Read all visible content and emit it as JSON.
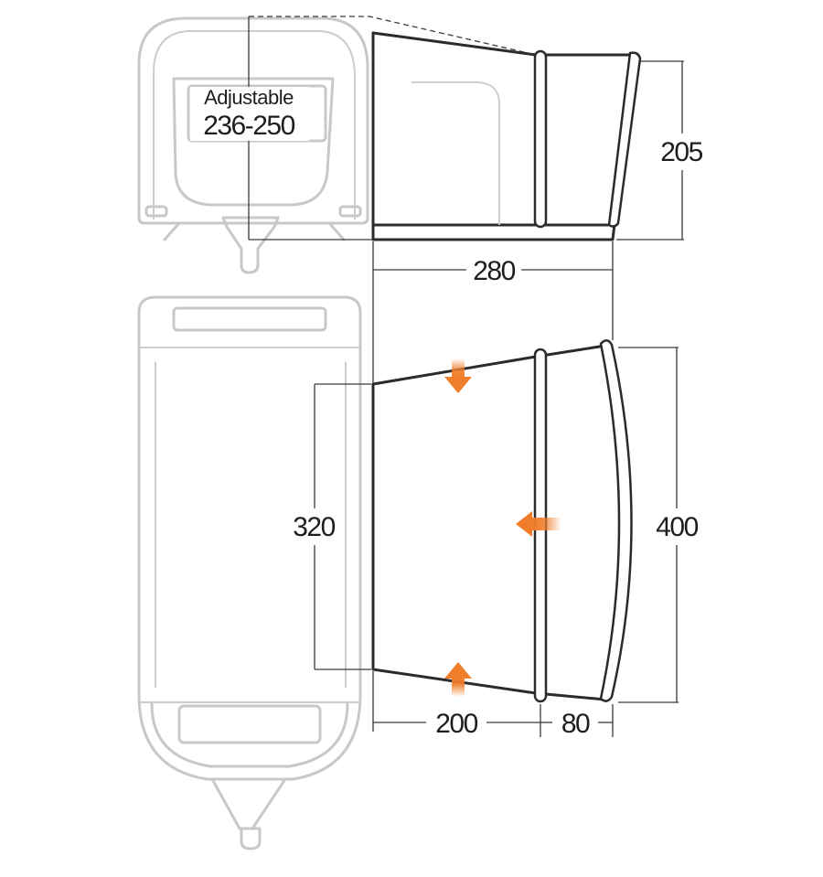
{
  "labels": {
    "adjustable": "Adjustable",
    "adjustable_range": "236-250",
    "height": "205",
    "depth": "280",
    "front_width": "400",
    "rear_width": "320",
    "main_depth": "200",
    "extension_depth": "80"
  },
  "colors": {
    "outline": "#2b2b2b",
    "caravan_ghost": "#c8c8c8",
    "arrow": "#f07d2a",
    "dimension": "#3a3a3a"
  },
  "icons": {
    "arrow": "wind-direction-arrow-icon"
  }
}
